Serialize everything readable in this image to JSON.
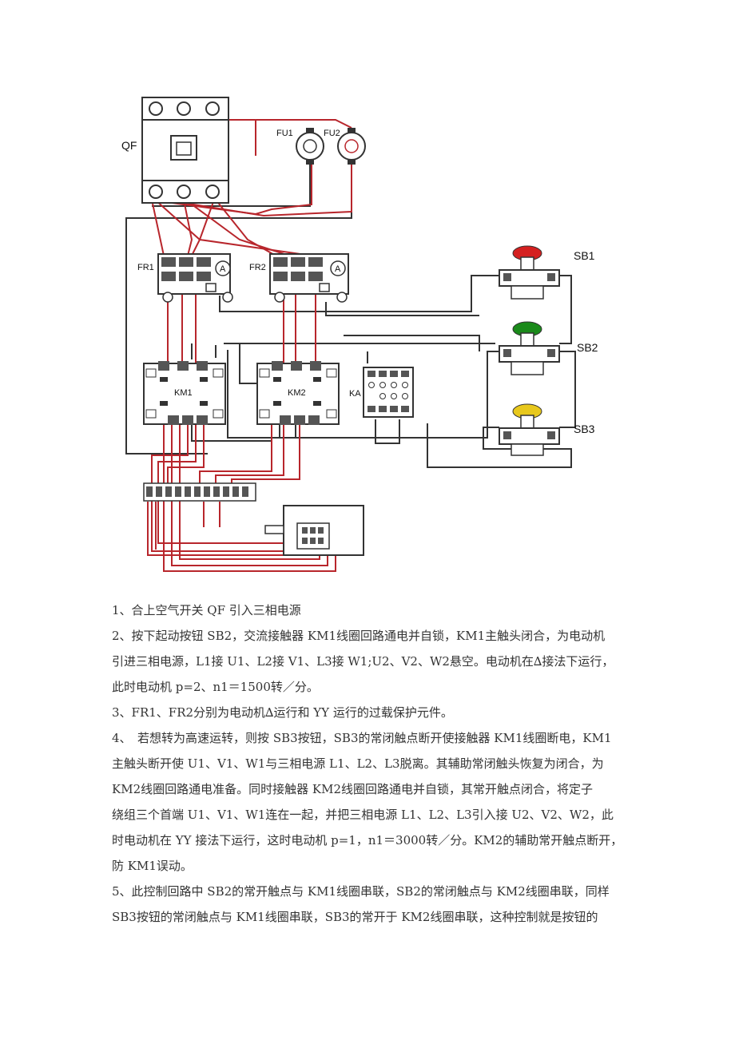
{
  "diagram": {
    "labels": {
      "qf": "QF",
      "fu1": "FU1",
      "fu2": "FU2",
      "fr1": "FR1",
      "fr2": "FR2",
      "km1": "KM1",
      "km2": "KM2",
      "ka": "KA",
      "sb1": "SB1",
      "sb2": "SB2",
      "sb3": "SB3",
      "meter": "A"
    },
    "colors": {
      "wire_red": "#b8262c",
      "wire_dark": "#333333",
      "sb1": "#d42020",
      "sb2": "#1a8a1a",
      "sb3": "#e8c81c"
    }
  },
  "paragraphs": [
    "1、合上空气开关 QF 引入三相电源",
    "2、按下起动按钮 SB2，交流接触器 KM1线圈回路通电并自锁，KM1主触头闭合，为电动机",
    "引进三相电源，L1接 U1、L2接 V1、L3接 W1;U2、V2、W2悬空。电动机在∆接法下运行，",
    "此时电动机 p=2、n1＝1500转／分。",
    "3、FR1、FR2分别为电动机∆运行和 YY 运行的过载保护元件。",
    "4、　若想转为高速运转，则按 SB3按钮，SB3的常闭触点断开使接触器 KM1线圈断电，KM1",
    "主触头断开使 U1、V1、W1与三相电源 L1、L2、L3脱离。其辅助常闭触头恢复为闭合，为",
    "KM2线圈回路通电准备。同时接触器 KM2线圈回路通电并自锁，其常开触点闭合，将定子",
    "绕组三个首端 U1、V1、W1连在一起，并把三相电源 L1、L2、L3引入接 U2、V2、W2，此",
    "时电动机在 YY 接法下运行，这时电动机 p=1，n1＝3000转／分。KM2的辅助常开触点断开，",
    "防 KM1误动。",
    "5、此控制回路中 SB2的常开触点与 KM1线圈串联，SB2的常闭触点与 KM2线圈串联，同样",
    "SB3按钮的常闭触点与 KM1线圈串联，SB3的常开于 KM2线圈串联，这种控制就是按钮的"
  ]
}
